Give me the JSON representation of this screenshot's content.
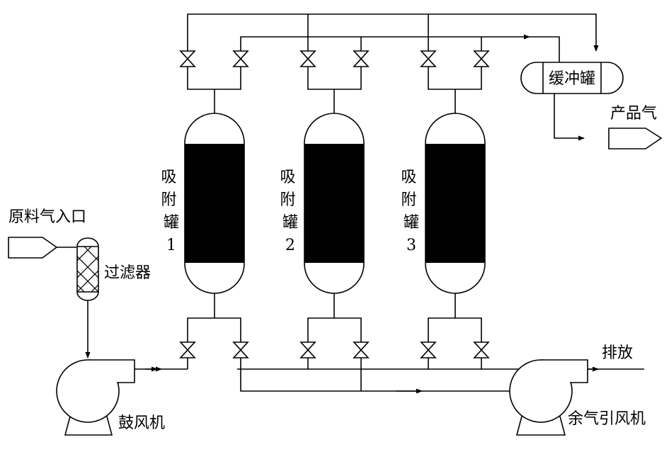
{
  "labels": {
    "feed_gas_inlet": "原料气入口",
    "filter": "过滤器",
    "blower": "鼓风机",
    "buffer_tank": "缓冲罐",
    "product_gas": "产品气",
    "vent": "排放",
    "exhaust_fan": "余气引风机"
  },
  "adsorbers": [
    {
      "label": "吸附罐",
      "number": "1"
    },
    {
      "label": "吸附罐",
      "number": "2"
    },
    {
      "label": "吸附罐",
      "number": "3"
    }
  ]
}
